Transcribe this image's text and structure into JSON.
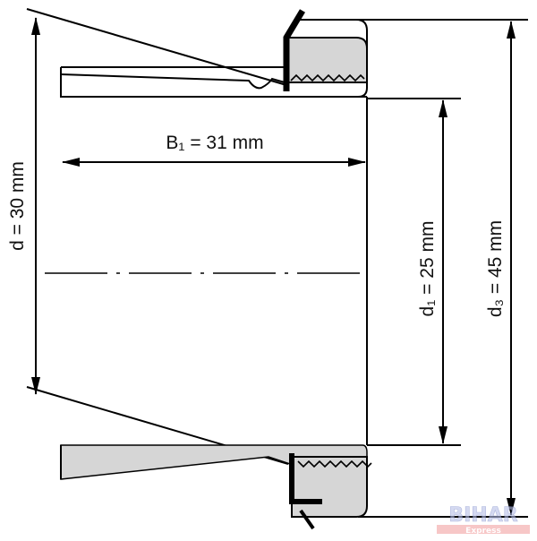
{
  "dimensions": {
    "d": "d = 30 mm",
    "B1": "B₁ = 31 mm",
    "d1": "d₁ = 25 mm",
    "d3": "d₃ = 45 mm"
  },
  "watermark": {
    "title": "BIHAR",
    "subtitle": "Express"
  },
  "colors": {
    "fill": "#d6d6d6",
    "line": "#000000"
  }
}
